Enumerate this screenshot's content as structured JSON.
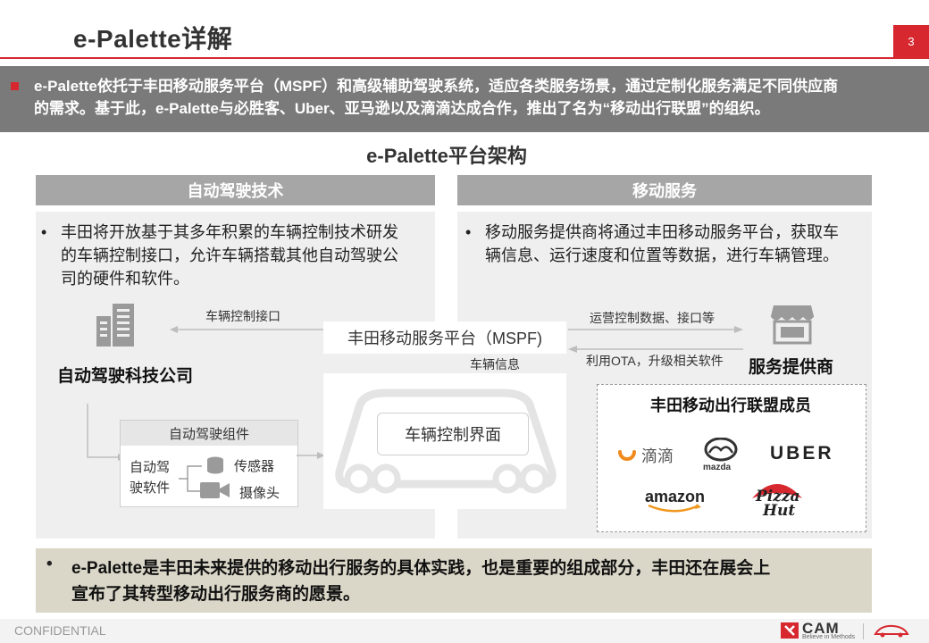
{
  "header": {
    "title": "e-Palette详解",
    "page_number": "3"
  },
  "summary": {
    "line1": "e-Palette依托于丰田移动服务平台（MSPF）和高级辅助驾驶系统，适应各类服务场景，通过定制化服务满足不同供应商",
    "line2": "的需求。基于此，e-Palette与必胜客、Uber、亚马逊以及滴滴达成合作，推出了名为“移动出行联盟”的组织。"
  },
  "architecture": {
    "title": "e-Palette平台架构",
    "left": {
      "header": "自动驾驶技术",
      "bullet": "•",
      "desc_line1": "丰田将开放基于其多年积累的车辆控制技术研发",
      "desc_line2": "的车辆控制接口，允许车辆搭载其他自动驾驶公",
      "desc_line3": "司的硬件和软件。",
      "company_label": "自动驾驶科技公司",
      "interface_label": "车辆控制接口",
      "components_title": "自动驾驶组件",
      "software_line1": "自动驾",
      "software_line2": "驶软件",
      "sensor": "传感器",
      "camera": "摄像头"
    },
    "right": {
      "header": "移动服务",
      "bullet": "•",
      "desc_line1": "移动服务提供商将通过丰田移动服务平台，获取车",
      "desc_line2": "辆信息、运行速度和位置等数据，进行车辆管理。",
      "ops_label": "运营控制数据、接口等",
      "ota_label": "利用OTA，升级相关软件",
      "provider_label": "服务提供商",
      "alliance_title": "丰田移动出行联盟成员",
      "members": {
        "didi": "滴滴",
        "mazda": "mazda",
        "uber": "UBER",
        "amazon": "amazon",
        "pizzahut_line1": "Pizza",
        "pizzahut_line2": "Hut"
      }
    },
    "center": {
      "mspf_label": "丰田移动服务平台（MSPF)",
      "vehicle_info": "车辆信息",
      "vehicle_interface": "车辆控制界面"
    }
  },
  "conclusion": {
    "bullet": "•",
    "line1": "e-Palette是丰田未来提供的移动出行服务的具体实践，也是重要的组成部分，丰田还在展会上",
    "line2": "宣布了其转型移动出行服务商的愿景。"
  },
  "footer": {
    "confidential": "CONFIDENTIAL",
    "brand": "CAM",
    "slogan": "Believe in Methods"
  },
  "colors": {
    "accent": "#d7282f",
    "summary_bg": "#7a7a7a",
    "header_bg": "#a6a6a6",
    "panel_bg": "#efefef",
    "conclusion_bg": "#dad7c8"
  }
}
